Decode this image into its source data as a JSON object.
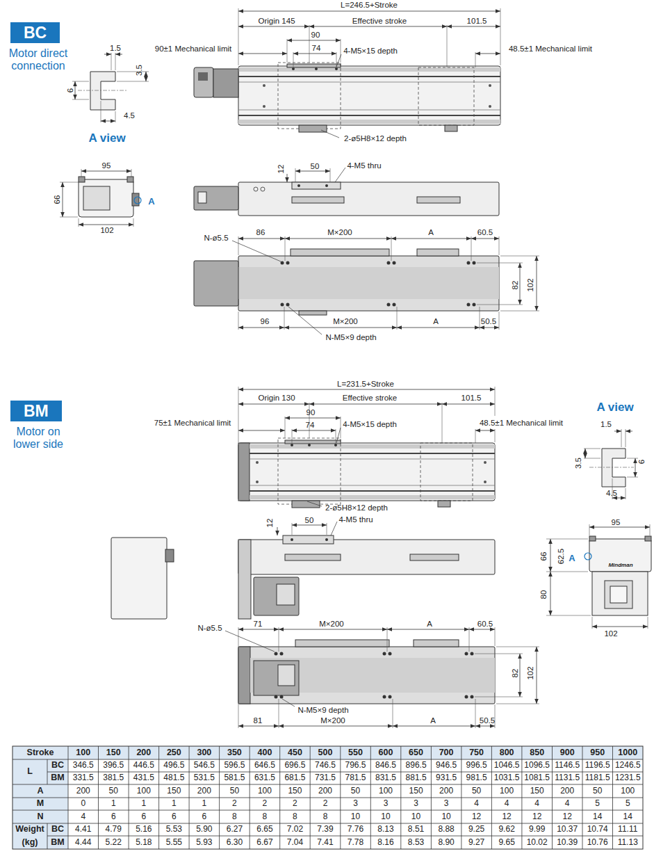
{
  "diagram": {
    "nodes": [
      {
        "text": [
          "BC"
        ]
      },
      {
        "text": [
          "BM"
        ]
      }
    ],
    "labels": [
      "Motor direct connection",
      "A view",
      "1.5",
      "3.5",
      "6",
      "4.5",
      "95",
      "66",
      "A",
      "102",
      "L=246.5+Stroke",
      "Origin 145",
      "Effective stroke",
      "101.5",
      "90±1 Mechanical limit",
      "90",
      "74",
      "4-M5×15 depth",
      "48.5±1 Mechanical limit",
      "2-ø5H8×12 depth",
      "12",
      "50",
      "4-M5 thru",
      "N-ø5.5",
      "86",
      "M×200",
      "A",
      "60.5",
      "82",
      "102",
      "96",
      "M×200",
      "A",
      "50.5",
      "N-M5×9 depth",
      "Motor on lower side",
      "L=231.5+Stroke",
      "Origin 130",
      "Effective stroke",
      "101.5",
      "75±1 Mechanical limit",
      "90",
      "74",
      "4-M5×15 depth",
      "48.5±1 Mechanical limit",
      "2-ø5H8×12 depth",
      "12",
      "50",
      "4-M5 thru",
      "A view",
      "1.5",
      "3.5",
      "6",
      "4.5",
      "95",
      "66",
      "62.5",
      "A",
      "Mindman",
      "80",
      "102",
      "N-ø5.5",
      "71",
      "M×200",
      "A",
      "60.5",
      "82",
      "102",
      "N-M5×9 depth",
      "81",
      "M×200",
      "A",
      "50.5",
      "Stroke",
      "100",
      "150",
      "200",
      "250",
      "300",
      "350",
      "400",
      "450",
      "500",
      "550",
      "600",
      "650",
      "700",
      "750",
      "800",
      "850",
      "900",
      "950",
      "1000",
      "L",
      "BC",
      "346.5",
      "396.5",
      "446.5",
      "496.5",
      "546.5",
      "596.5",
      "646.5",
      "696.5",
      "746.5",
      "796.5",
      "846.5",
      "896.5",
      "946.5",
      "996.5",
      "1046.5",
      "1096.5",
      "1146.5",
      "1196.5",
      "1246.5",
      "BM",
      "331.5",
      "381.5",
      "431.5",
      "481.5",
      "531.5",
      "581.5",
      "631.5",
      "681.5",
      "731.5",
      "781.5",
      "831.5",
      "881.5",
      "931.5",
      "981.5",
      "1031.5",
      "1081.5",
      "1131.5",
      "1181.5",
      "1231.5",
      "A",
      "200",
      "50",
      "100",
      "150",
      "200",
      "50",
      "100",
      "150",
      "200",
      "50",
      "100",
      "150",
      "200",
      "50",
      "100",
      "150",
      "200",
      "50",
      "100",
      "M",
      "0",
      "1",
      "1",
      "1",
      "1",
      "2",
      "2",
      "2",
      "2",
      "3",
      "3",
      "3",
      "3",
      "4",
      "4",
      "4",
      "4",
      "5",
      "5",
      "N",
      "4",
      "6",
      "6",
      "6",
      "6",
      "8",
      "8",
      "8",
      "8",
      "10",
      "10",
      "10",
      "10",
      "12",
      "12",
      "12",
      "12",
      "14",
      "14",
      "Weight",
      "BC",
      "4.41",
      "4.79",
      "5.16",
      "5.53",
      "5.90",
      "6.27",
      "6.65",
      "7.02",
      "7.39",
      "7.76",
      "8.13",
      "8.51",
      "8.88",
      "9.25",
      "9.62",
      "9.99",
      "10.37",
      "10.74",
      "11.11",
      "(kg)",
      "BM",
      "4.44",
      "5.22",
      "5.18",
      "5.55",
      "5.93",
      "6.30",
      "6.67",
      "7.04",
      "7.41",
      "7.78",
      "8.16",
      "8.53",
      "8.90",
      "9.27",
      "9.65",
      "10.02",
      "10.39",
      "10.76",
      "11.13"
    ]
  }
}
